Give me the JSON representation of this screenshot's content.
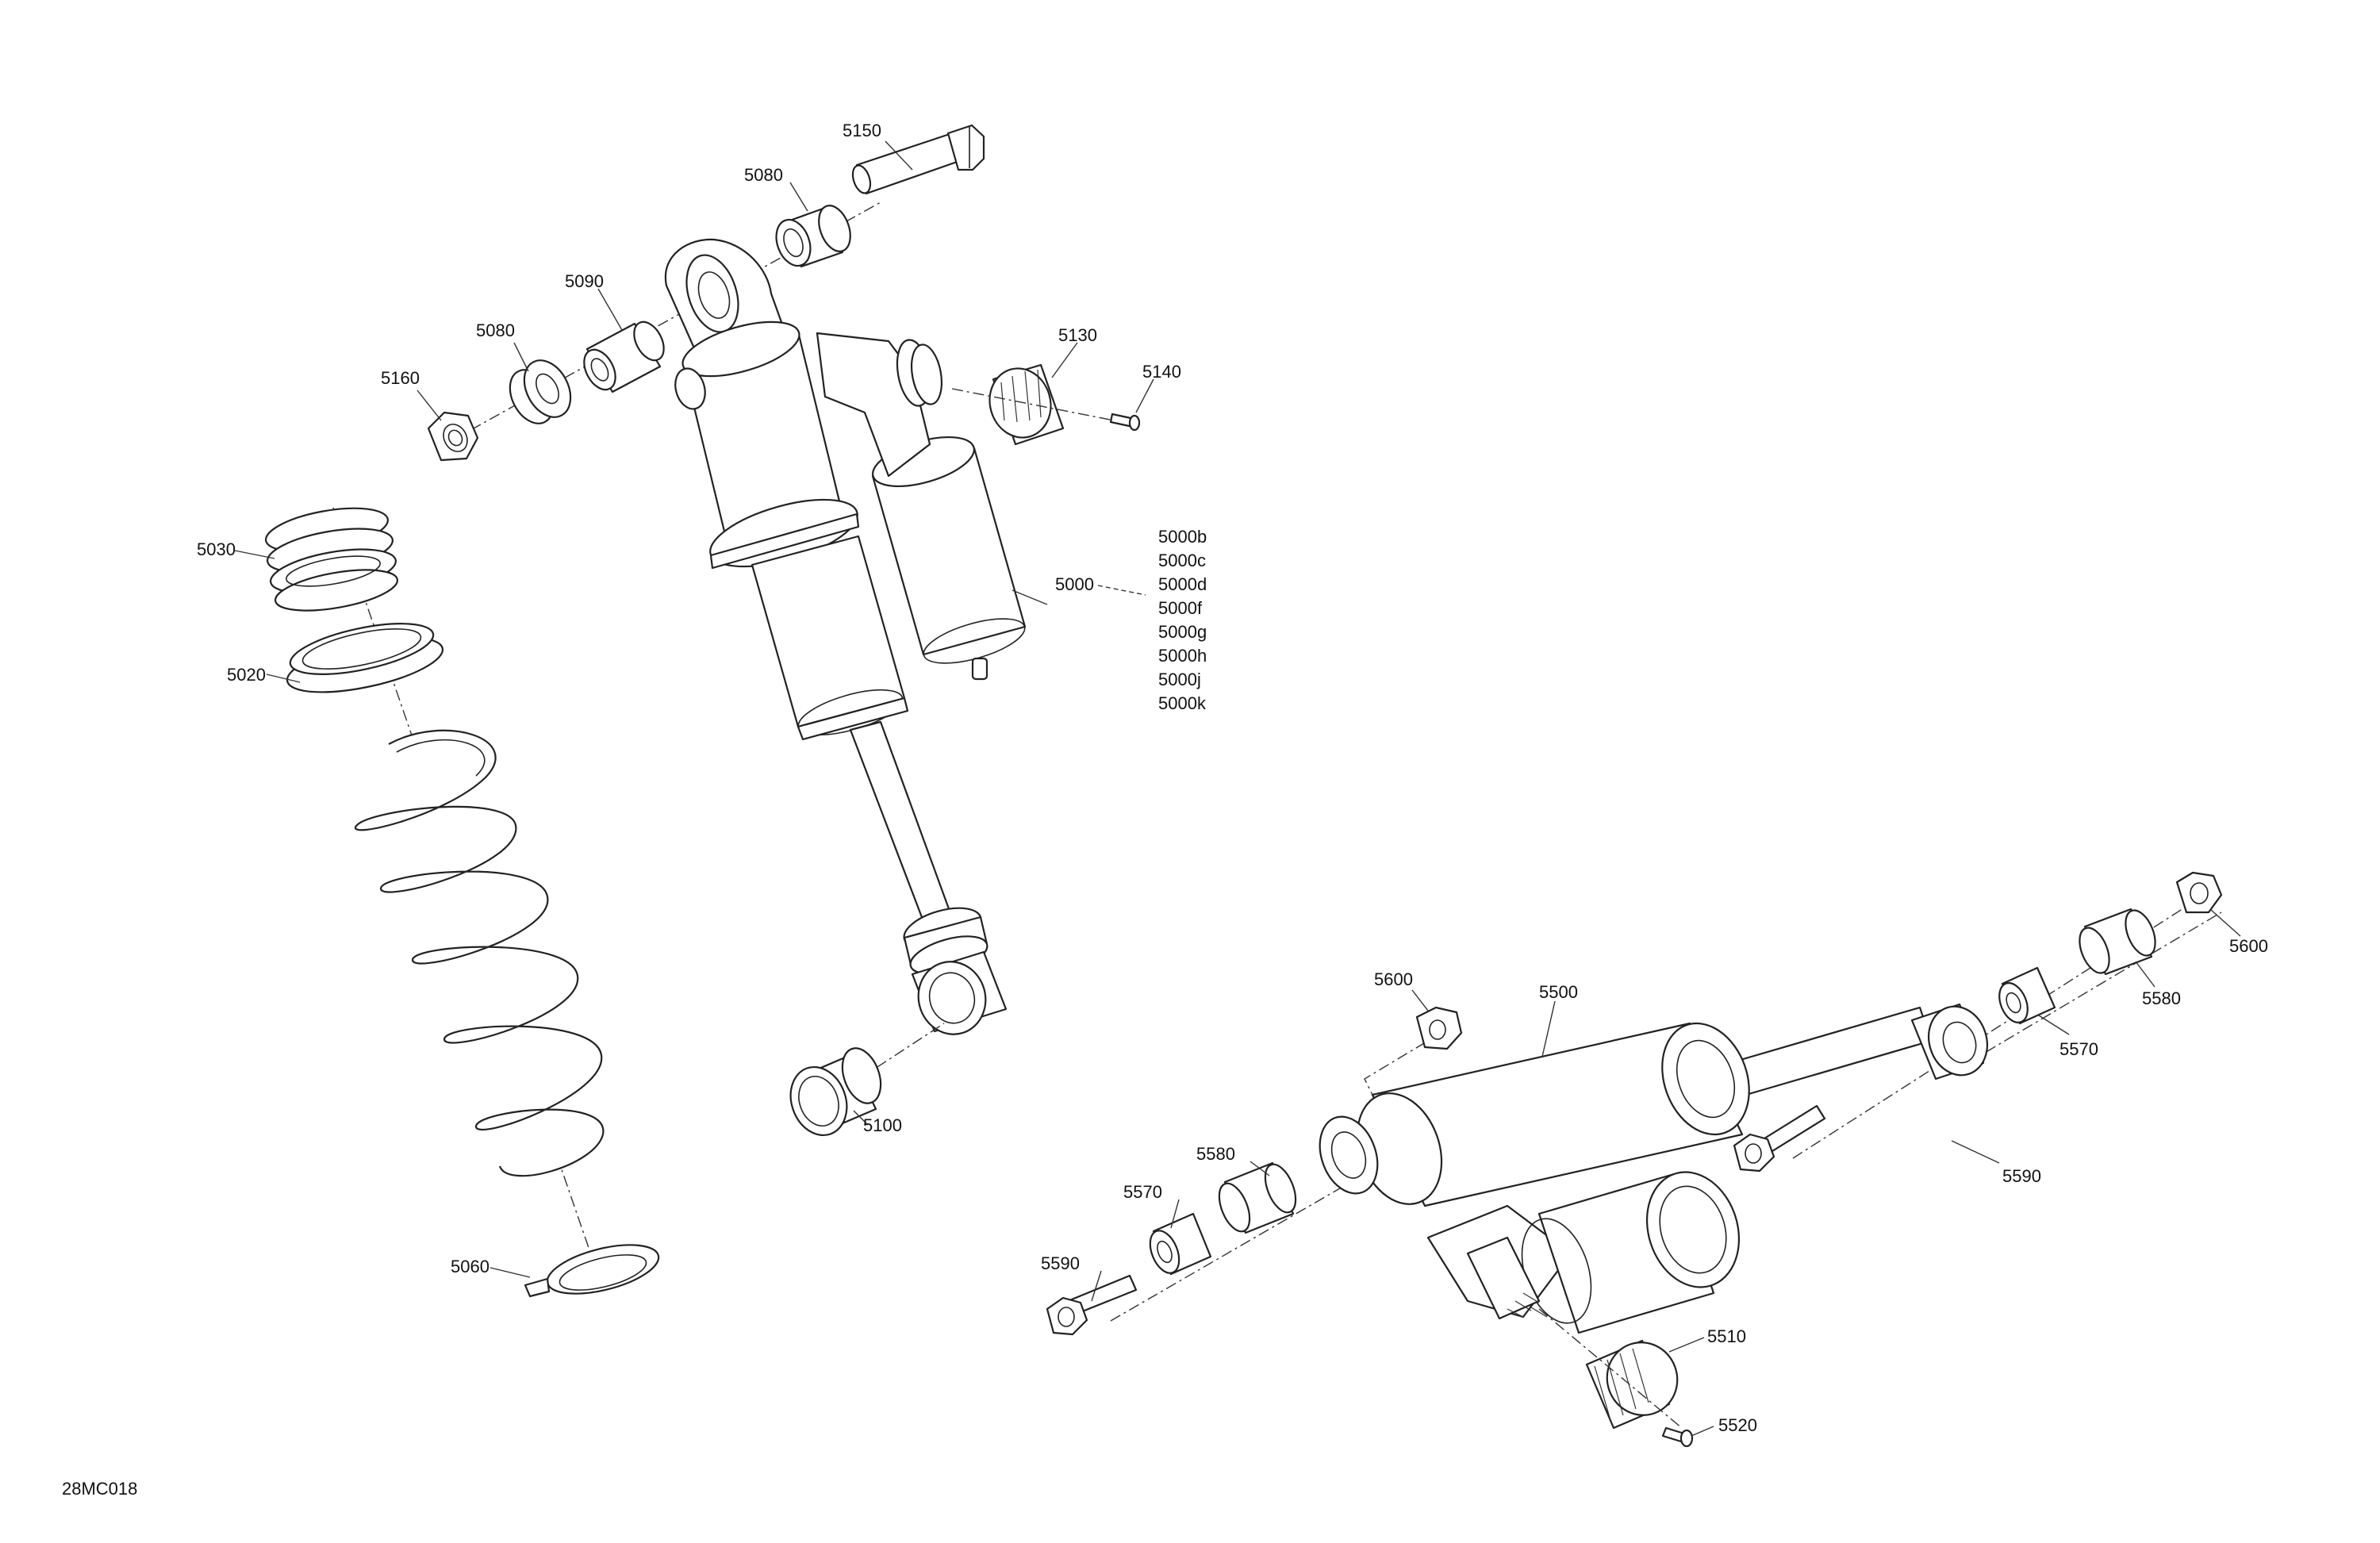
{
  "diagram_code": "28MC018",
  "callouts": {
    "c5150": "5150",
    "c5080a": "5080",
    "c5090": "5090",
    "c5080b": "5080",
    "c5160": "5160",
    "c5130": "5130",
    "c5140": "5140",
    "c5030": "5030",
    "c5020": "5020",
    "c5000": "5000",
    "c5100": "5100",
    "c5060": "5060",
    "c5600a": "5600",
    "c5500": "5500",
    "c5600b": "5600",
    "c5580a": "5580",
    "c5570a": "5570",
    "c5590a": "5590",
    "c5580b": "5580",
    "c5570b": "5570",
    "c5590b": "5590",
    "c5510": "5510",
    "c5520": "5520"
  },
  "variants_5000": [
    "5000b",
    "5000c",
    "5000d",
    "5000f",
    "5000g",
    "5000h",
    "5000j",
    "5000k"
  ]
}
